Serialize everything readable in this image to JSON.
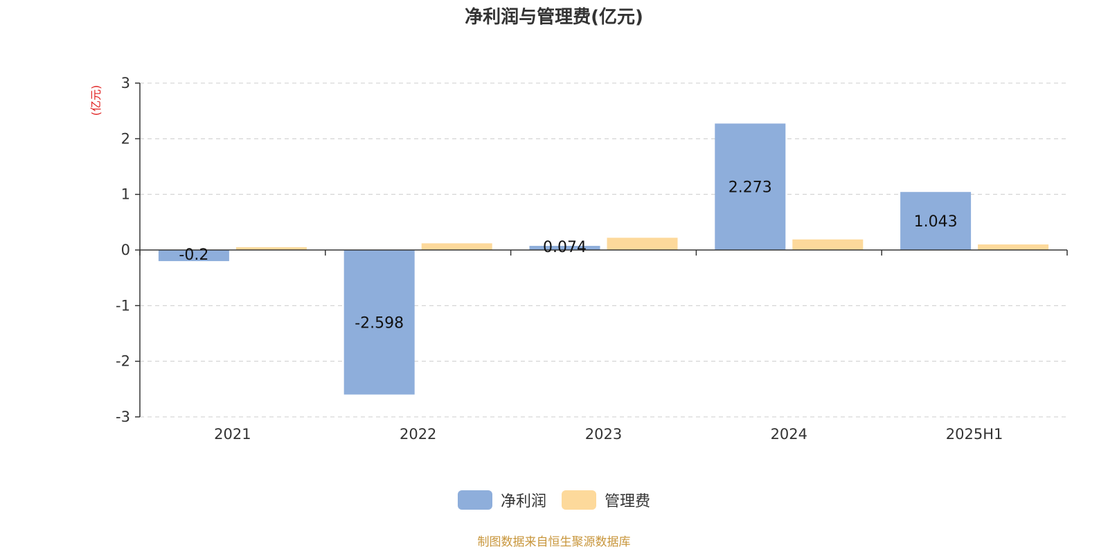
{
  "chart_data": {
    "type": "bar",
    "title": "净利润与管理费(亿元)",
    "ylabel": "(亿元)",
    "xlabel": "",
    "categories": [
      "2021",
      "2022",
      "2023",
      "2024",
      "2025H1"
    ],
    "series": [
      {
        "name": "净利润",
        "values": [
          -0.2,
          -2.598,
          0.074,
          2.273,
          1.043
        ],
        "labels": [
          "-0.2",
          "-2.598",
          "0.074",
          "2.273",
          "1.043"
        ],
        "color": "#8eaedb"
      },
      {
        "name": "管理费",
        "values": [
          0.05,
          0.12,
          0.22,
          0.19,
          0.1
        ],
        "color": "#fdd99b"
      }
    ],
    "ylim": [
      -3,
      3
    ],
    "yticks": [
      "-3",
      "-2",
      "-1",
      "0",
      "1",
      "2",
      "3"
    ],
    "grid": true,
    "legend_position": "bottom-center"
  },
  "source_note": "制图数据来自恒生聚源数据库",
  "colors": {
    "title": "#333333",
    "ylabel": "#e02020",
    "source_note": "#c8963c",
    "axis": "#333333",
    "grid": "#cccccc"
  }
}
